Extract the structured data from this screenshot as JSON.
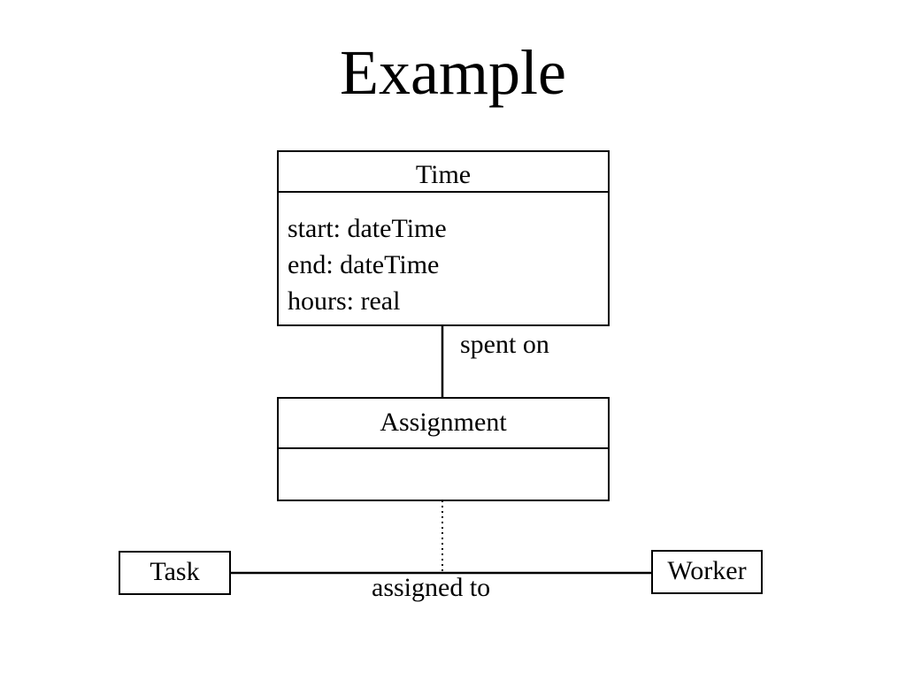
{
  "title": "Example",
  "classes": {
    "time": {
      "name": "Time",
      "attributes": [
        "start: dateTime",
        "end: dateTime",
        "hours: real"
      ]
    },
    "assignment": {
      "name": "Assignment",
      "attributes": []
    },
    "task": {
      "name": "Task"
    },
    "worker": {
      "name": "Worker"
    }
  },
  "associations": {
    "spent_on": "spent on",
    "assigned_to": "assigned to"
  }
}
